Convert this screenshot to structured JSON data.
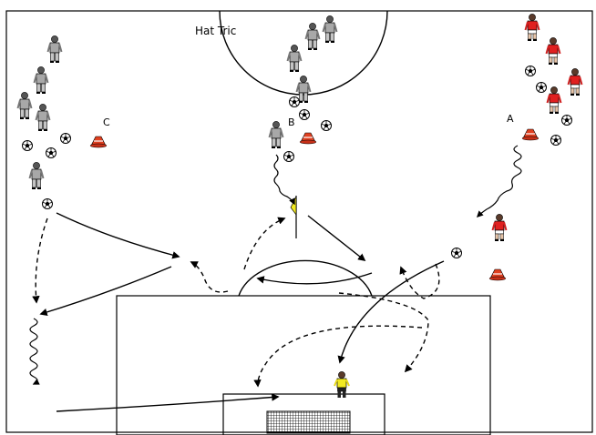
{
  "title": "Hat Tric",
  "stations": {
    "a": "A",
    "b": "B",
    "c": "C"
  },
  "colors": {
    "red_team": "#e02020",
    "grey_team": "#a8a8a8",
    "goalkeeper": "#f2ea22",
    "cone": "#e04020",
    "flag": "#f2ea22",
    "lines": "#000000"
  },
  "icons": [
    "soccer-ball-icon",
    "cone-icon",
    "corner-flag-icon",
    "player-icon",
    "goal-net-icon"
  ]
}
